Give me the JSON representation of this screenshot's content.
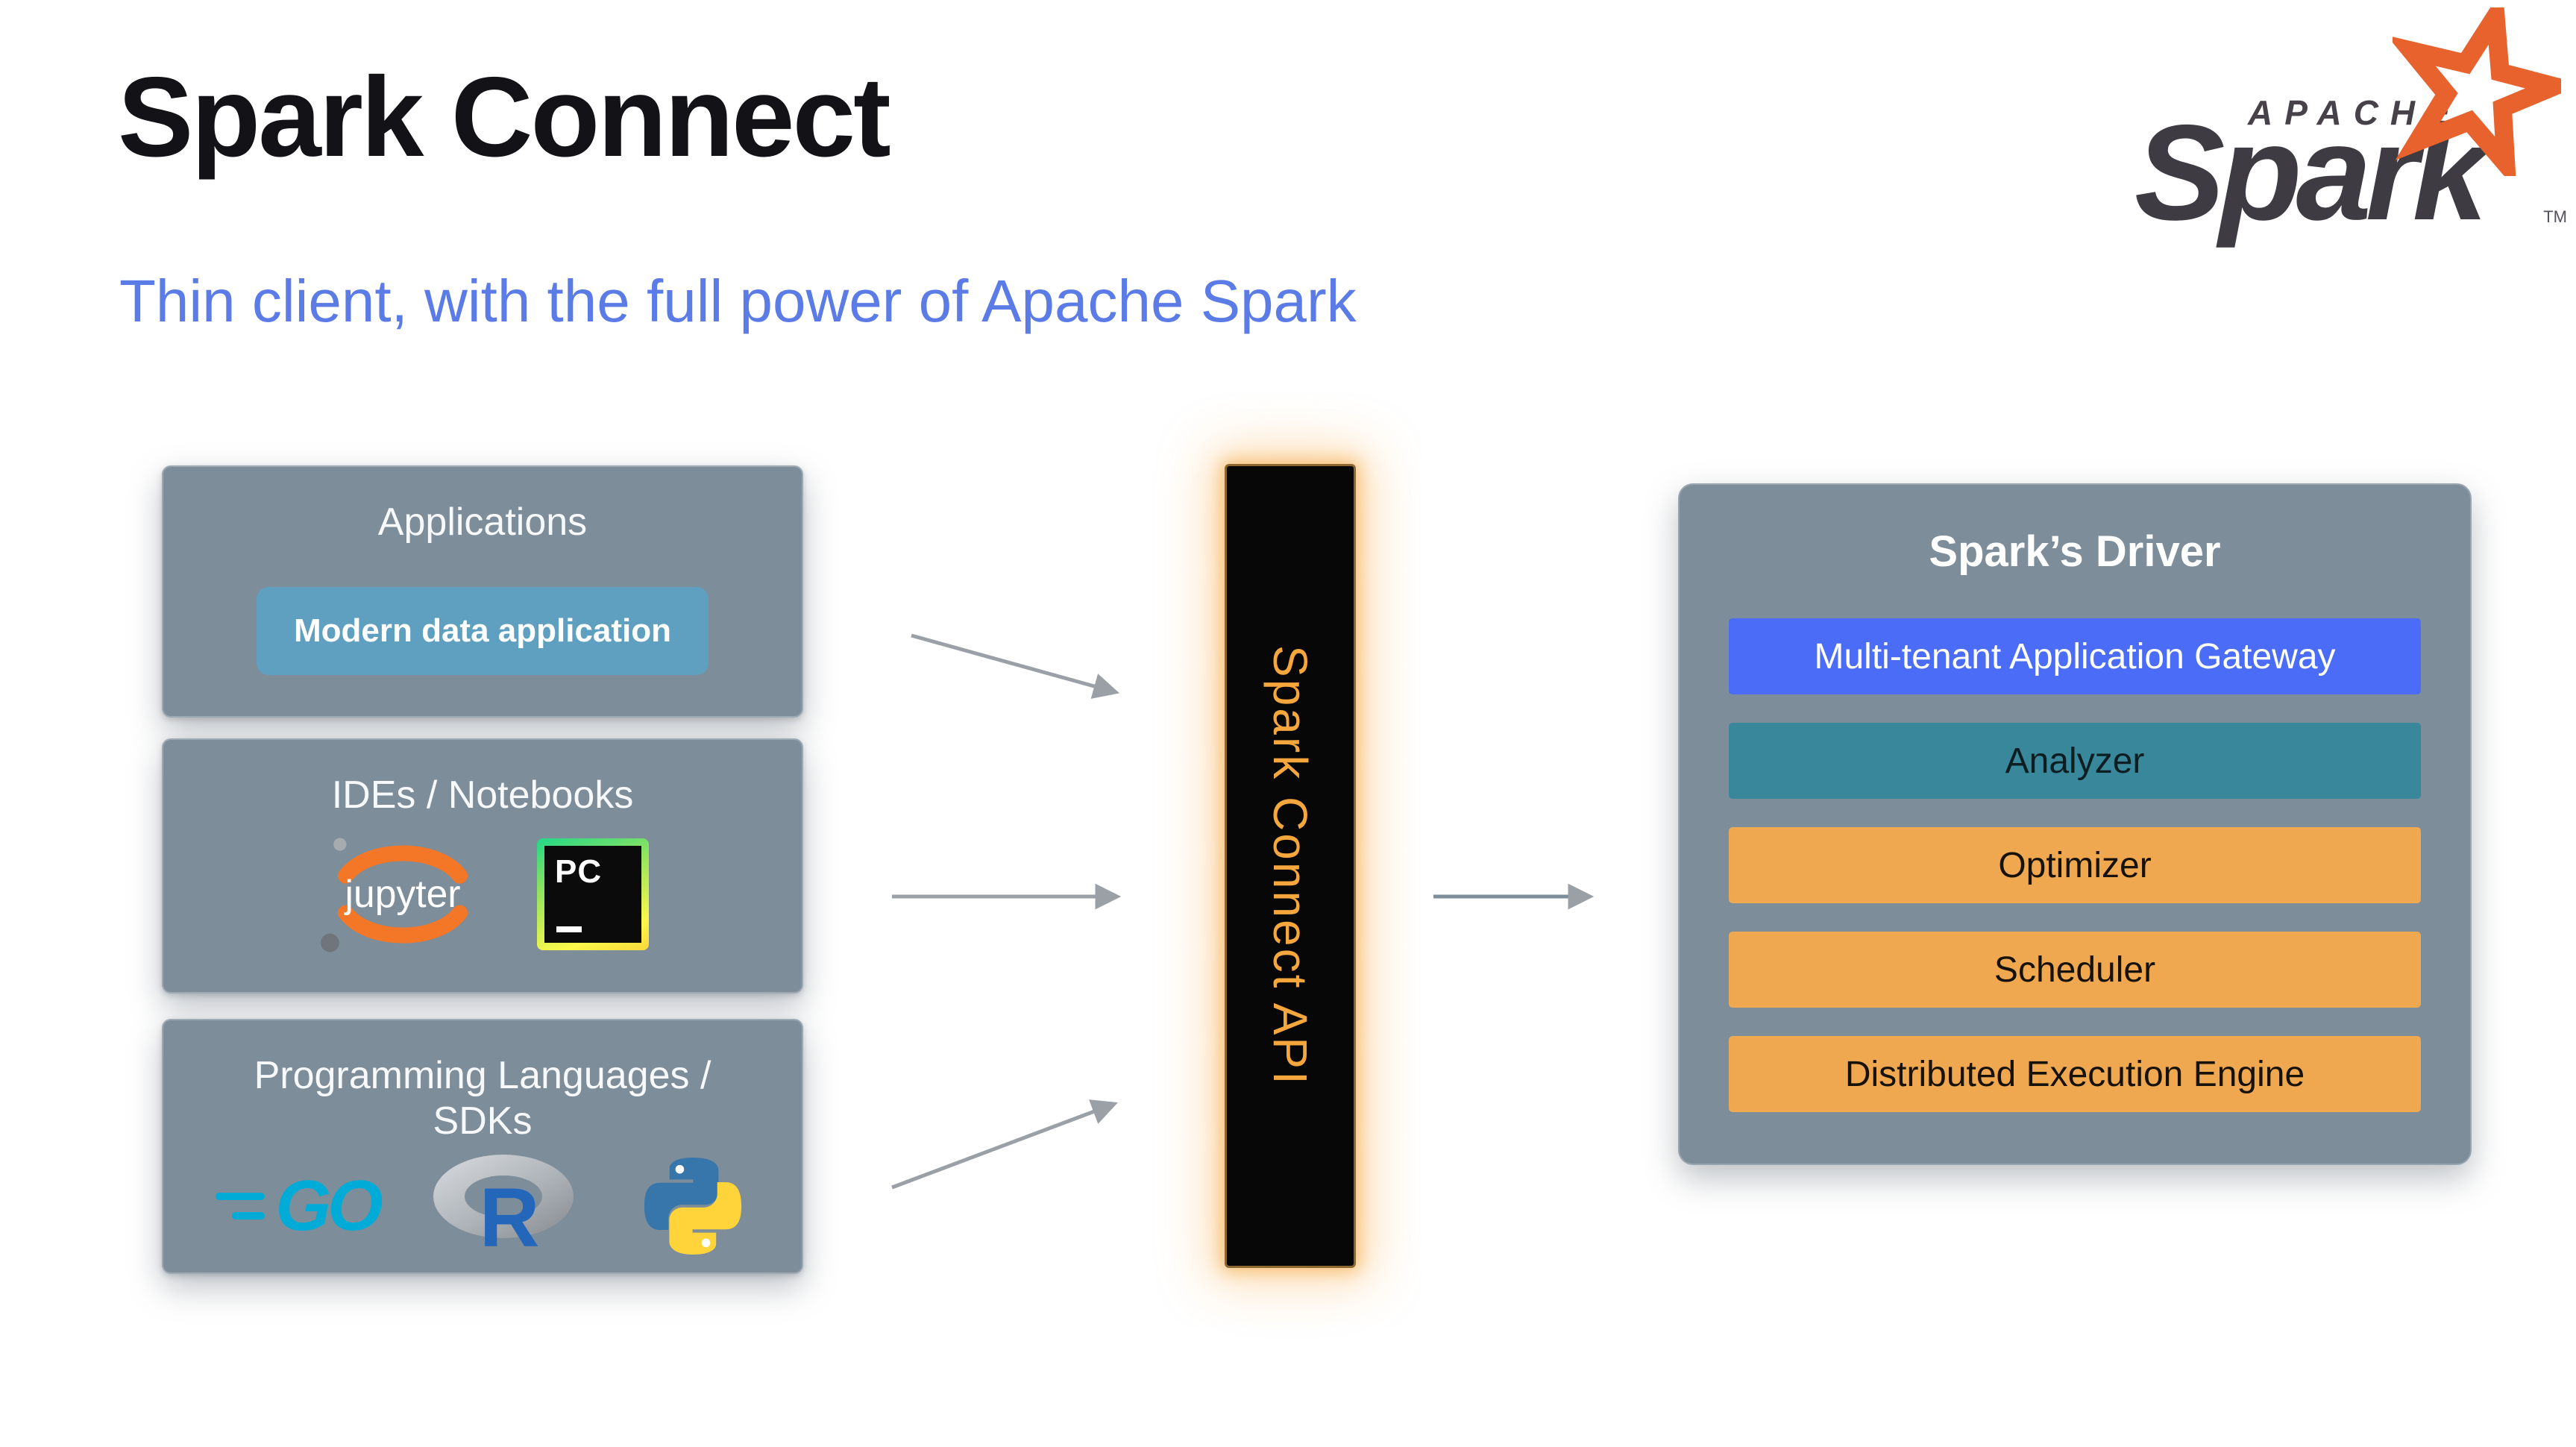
{
  "slide": {
    "title": "Spark Connect",
    "subtitle": "Thin client, with the full power of Apache Spark"
  },
  "logo": {
    "apache_label": "APACHE",
    "spark_label": "Spark",
    "tm_label": "TM",
    "star_icon": "spark-star-icon"
  },
  "sources": {
    "applications": {
      "title": "Applications",
      "chip_label": "Modern data application"
    },
    "ides": {
      "title": "IDEs / Notebooks",
      "jupyter_label": "jupyter",
      "pycharm_label": "PC",
      "icons": [
        "jupyter-icon",
        "pycharm-icon"
      ]
    },
    "languages": {
      "title": "Programming Languages / SDKs",
      "go_label": "GO",
      "r_label": "R",
      "icons": [
        "go-icon",
        "r-icon",
        "python-icon"
      ]
    }
  },
  "connect_api": {
    "label": "Spark Connect API"
  },
  "driver": {
    "title": "Spark’s Driver",
    "rows": [
      {
        "label": "Multi-tenant Application Gateway",
        "color": "#4a6cf7"
      },
      {
        "label": "Analyzer",
        "color": "#38879b"
      },
      {
        "label": "Optimizer",
        "color": "#f0a850"
      },
      {
        "label": "Scheduler",
        "color": "#f0a850"
      },
      {
        "label": "Distributed Execution Engine",
        "color": "#f0a850"
      }
    ]
  },
  "colors": {
    "subtitle_blue": "#5b7ce6",
    "panel_gray": "#7d8d9a",
    "chip_blue": "#5f9fc0",
    "gateway_blue": "#4a6cf7",
    "analyzer_teal": "#38879b",
    "row_orange": "#f0a850",
    "api_text_orange": "#f5a63c",
    "api_bar_black": "#070707",
    "api_glow_orange": "#f6a63b",
    "spark_logo_orange": "#e8622d",
    "arrow_gray": "#9aa0a6",
    "title_black": "#121217"
  }
}
